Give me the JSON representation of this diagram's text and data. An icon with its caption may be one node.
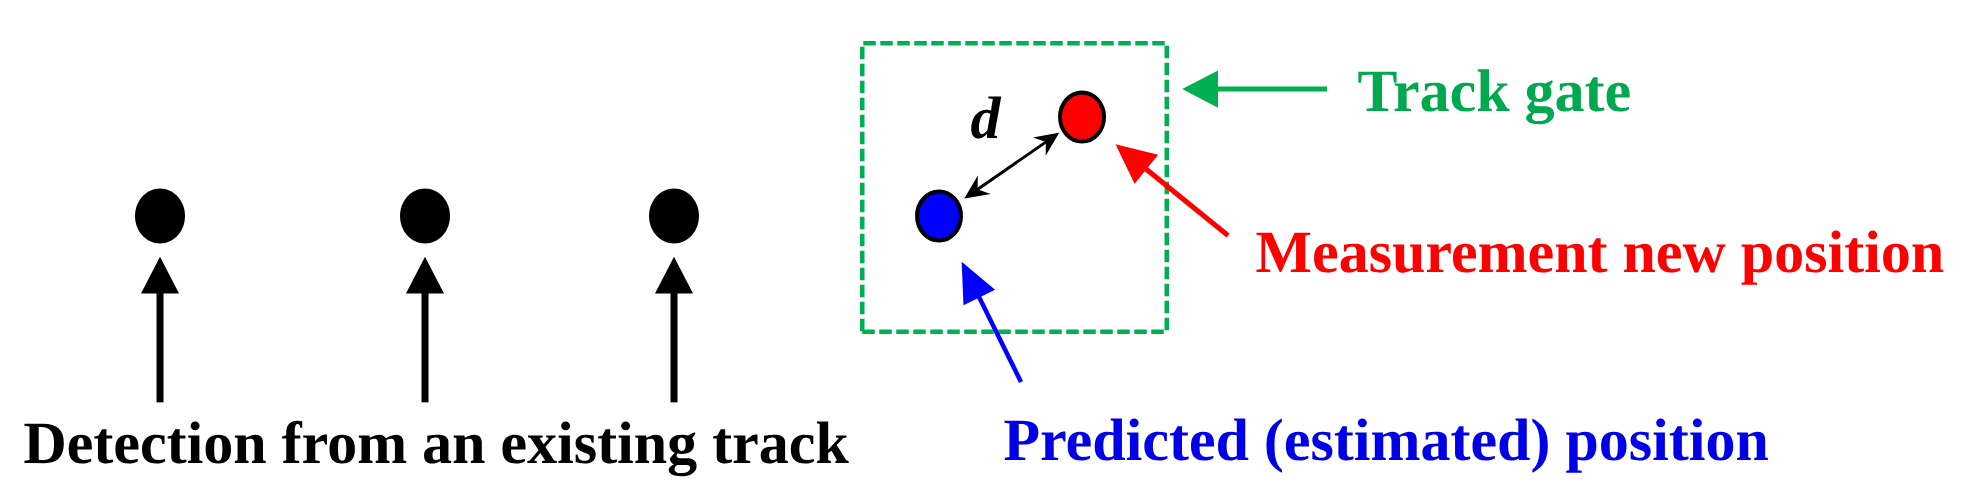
{
  "diagram": {
    "nodes": [
      {
        "text": [],
        "shape": "circle"
      },
      {
        "text": [],
        "shape": "circle"
      },
      {
        "text": [],
        "shape": "circle"
      },
      {
        "text": [
          "Detection from an existing track"
        ]
      },
      {
        "text": [],
        "shape": "box"
      },
      {
        "text": [],
        "shape": "circle",
        "in": 4
      },
      {
        "text": [],
        "shape": "circle",
        "in": 4
      },
      {
        "text": [
          "Track gate"
        ]
      },
      {
        "text": [
          "Measurement new position"
        ]
      },
      {
        "text": [
          "Predicted (estimated) position"
        ]
      }
    ],
    "edges": [
      {
        "from": 3,
        "to": 0,
        "arrow": "to"
      },
      {
        "from": 3,
        "to": 1,
        "arrow": "to"
      },
      {
        "from": 3,
        "to": 2,
        "arrow": "to"
      },
      {
        "from": 5,
        "to": 6,
        "arrow": "both",
        "label": "d"
      },
      {
        "from": 7,
        "to": 4,
        "arrow": "to",
        "color": "#00b050"
      },
      {
        "from": 8,
        "to": 6,
        "arrow": "to",
        "color": "#ff0000"
      },
      {
        "from": 9,
        "to": 5,
        "arrow": "to",
        "color": "#0000ff"
      }
    ]
  }
}
